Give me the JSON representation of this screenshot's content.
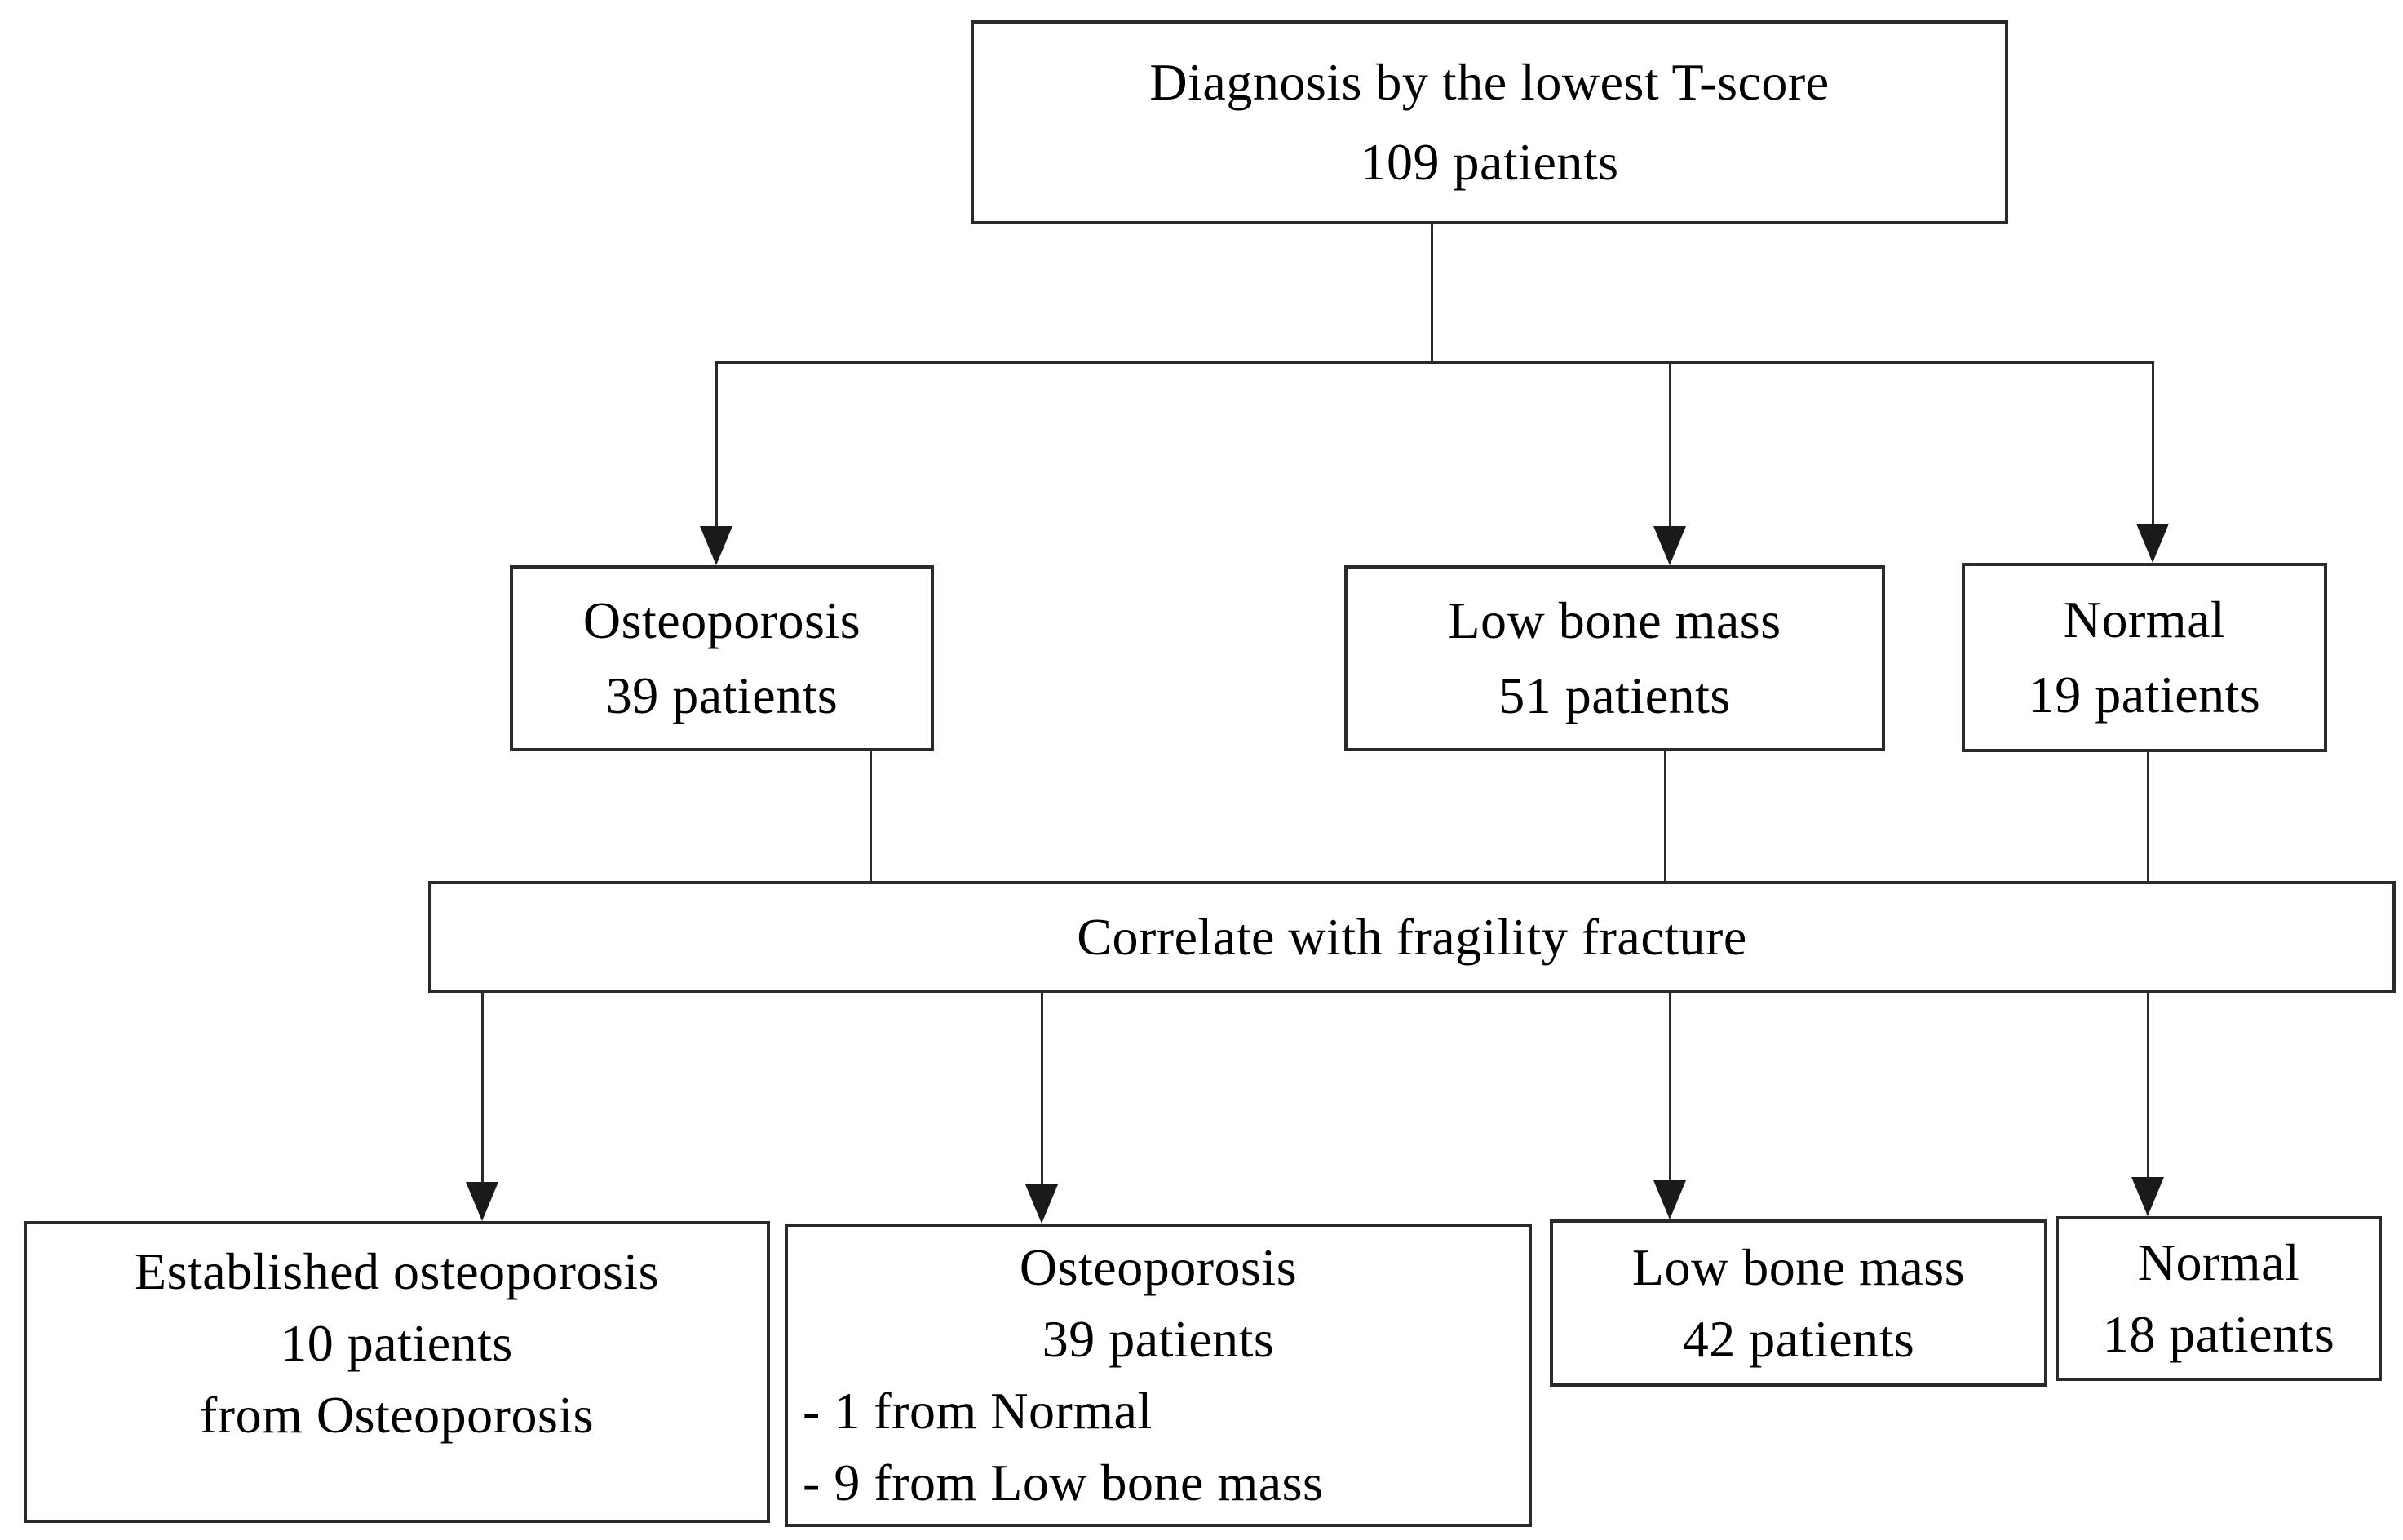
{
  "colors": {
    "background": "#ffffff",
    "box_border": "#2a2a2a",
    "text": "#000000",
    "arrow": "#1a1a1a"
  },
  "nodes": {
    "root": {
      "lines": [
        "Diagnosis by the lowest T-score",
        "109 patients"
      ]
    },
    "osteoporosis": {
      "lines": [
        "Osteoporosis",
        "39 patients"
      ]
    },
    "low_bone_mass": {
      "lines": [
        "Low bone mass",
        "51 patients"
      ]
    },
    "normal": {
      "lines": [
        "Normal",
        "19 patients"
      ]
    },
    "correlate": {
      "lines": [
        "Correlate with fragility fracture"
      ]
    },
    "established_osteoporosis": {
      "lines": [
        "Established osteoporosis",
        "10 patients",
        "from Osteoporosis"
      ]
    },
    "osteoporosis_fracture": {
      "lines": [
        "Osteoporosis",
        "39 patients",
        "- 1 from Normal",
        "- 9 from Low bone mass"
      ]
    },
    "low_bone_mass_fracture": {
      "lines": [
        "Low bone mass",
        "42 patients"
      ]
    },
    "normal_fracture": {
      "lines": [
        "Normal",
        "18 patients"
      ]
    }
  },
  "edges": [
    {
      "from": "root",
      "to": "osteoporosis",
      "arrow": true
    },
    {
      "from": "root",
      "to": "low_bone_mass",
      "arrow": true
    },
    {
      "from": "root",
      "to": "normal",
      "arrow": true
    },
    {
      "from": "osteoporosis",
      "to": "correlate",
      "arrow": false
    },
    {
      "from": "low_bone_mass",
      "to": "correlate",
      "arrow": false
    },
    {
      "from": "normal",
      "to": "correlate",
      "arrow": false
    },
    {
      "from": "correlate",
      "to": "established_osteoporosis",
      "arrow": true
    },
    {
      "from": "correlate",
      "to": "osteoporosis_fracture",
      "arrow": true
    },
    {
      "from": "correlate",
      "to": "low_bone_mass_fracture",
      "arrow": true
    },
    {
      "from": "correlate",
      "to": "normal_fracture",
      "arrow": true
    }
  ]
}
